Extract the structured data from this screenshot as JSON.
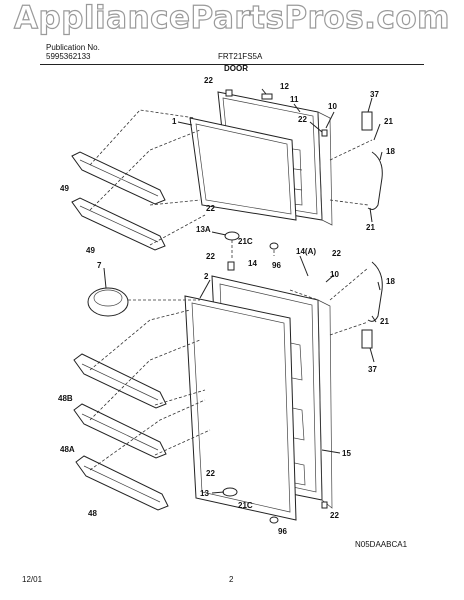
{
  "watermark": "AppliancePartsPros.com",
  "header": {
    "publication_label": "Publication No.",
    "publication_number": "5995362133",
    "model": "FRT21FS5A",
    "section_title": "DOOR"
  },
  "footer": {
    "date": "12/01",
    "page": "2",
    "diagram_code": "N05DAABCA1"
  },
  "callouts": {
    "c1": "1",
    "c2": "2",
    "c7": "7",
    "c10a": "10",
    "c10b": "10",
    "c11": "11",
    "c12": "12",
    "c13": "13",
    "c13a": "13A",
    "c14": "14",
    "c14a": "14(A)",
    "c15": "15",
    "c18a": "18",
    "c18b": "18",
    "c21a": "21",
    "c21b": "21",
    "c21c": "21",
    "c21ca": "21C",
    "c21cb": "21C",
    "c22a": "22",
    "c22b": "22",
    "c22c": "22",
    "c22d": "22",
    "c22e": "22",
    "c22f": "22",
    "c22g": "22",
    "c37a": "37",
    "c37b": "37",
    "c48": "48",
    "c48a": "48A",
    "c48b": "48B",
    "c49a": "49",
    "c49b": "49",
    "c96a": "96",
    "c96b": "96"
  }
}
